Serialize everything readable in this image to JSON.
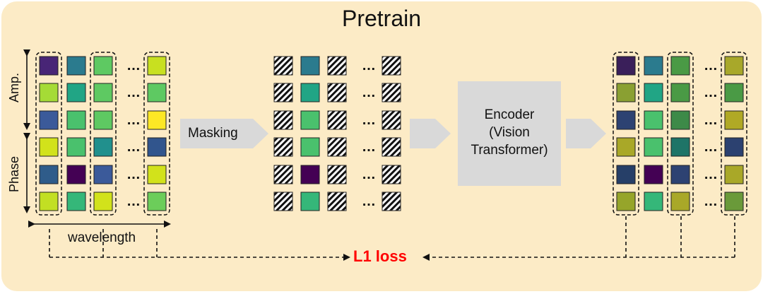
{
  "title": "Pretrain",
  "labels": {
    "amp": "Amp.",
    "phase": "Phase",
    "wavelength": "wavelength",
    "masking": "Masking",
    "encoder": "Encoder\n(Vision\nTransformer)",
    "loss": "L1 loss",
    "ellipsis": "…"
  },
  "colors": {
    "background": "#fcebc6",
    "encoder_box": "#d9d9d9",
    "arrow_fill": "#d9d9d9",
    "loss_text": "#ff0000",
    "cell_border": "#222222"
  },
  "input_grid": [
    [
      "#482576",
      "#2b7b8e",
      "#5ec962",
      "#c8e020"
    ],
    [
      "#a5db36",
      "#21a585",
      "#5ec962",
      "#5ec962"
    ],
    [
      "#3b5a9a",
      "#4ac16d",
      "#5ec962",
      "#fde725"
    ],
    [
      "#d2e21b",
      "#4ac16d",
      "#21908d",
      "#31558d"
    ],
    [
      "#2f5c8a",
      "#440154",
      "#3b5a9a",
      "#d2e21b"
    ],
    [
      "#c2df23",
      "#35b779",
      "#d2e21b",
      "#6ccd5a"
    ]
  ],
  "masked_grid": [
    [
      "mask",
      "#2b7b8e",
      "mask",
      "mask"
    ],
    [
      "mask",
      "#21a585",
      "mask",
      "mask"
    ],
    [
      "mask",
      "#4ac16d",
      "mask",
      "mask"
    ],
    [
      "mask",
      "#4ac16d",
      "mask",
      "mask"
    ],
    [
      "mask",
      "#440154",
      "mask",
      "mask"
    ],
    [
      "mask",
      "#35b779",
      "mask",
      "mask"
    ]
  ],
  "output_grid": [
    [
      "#3a1f5a",
      "#2b7b8e",
      "#4a9a45",
      "#a8a82a"
    ],
    [
      "#8aa032",
      "#21a585",
      "#4a9a45",
      "#4a9a45"
    ],
    [
      "#2d4272",
      "#4ac16d",
      "#3d8a48",
      "#b0a925"
    ],
    [
      "#a9a828",
      "#4ac16d",
      "#1e7467",
      "#2c4170"
    ],
    [
      "#263f68",
      "#440154",
      "#2d4272",
      "#a9a828"
    ],
    [
      "#96a52a",
      "#35b779",
      "#a9a828",
      "#6a9a3a"
    ]
  ]
}
